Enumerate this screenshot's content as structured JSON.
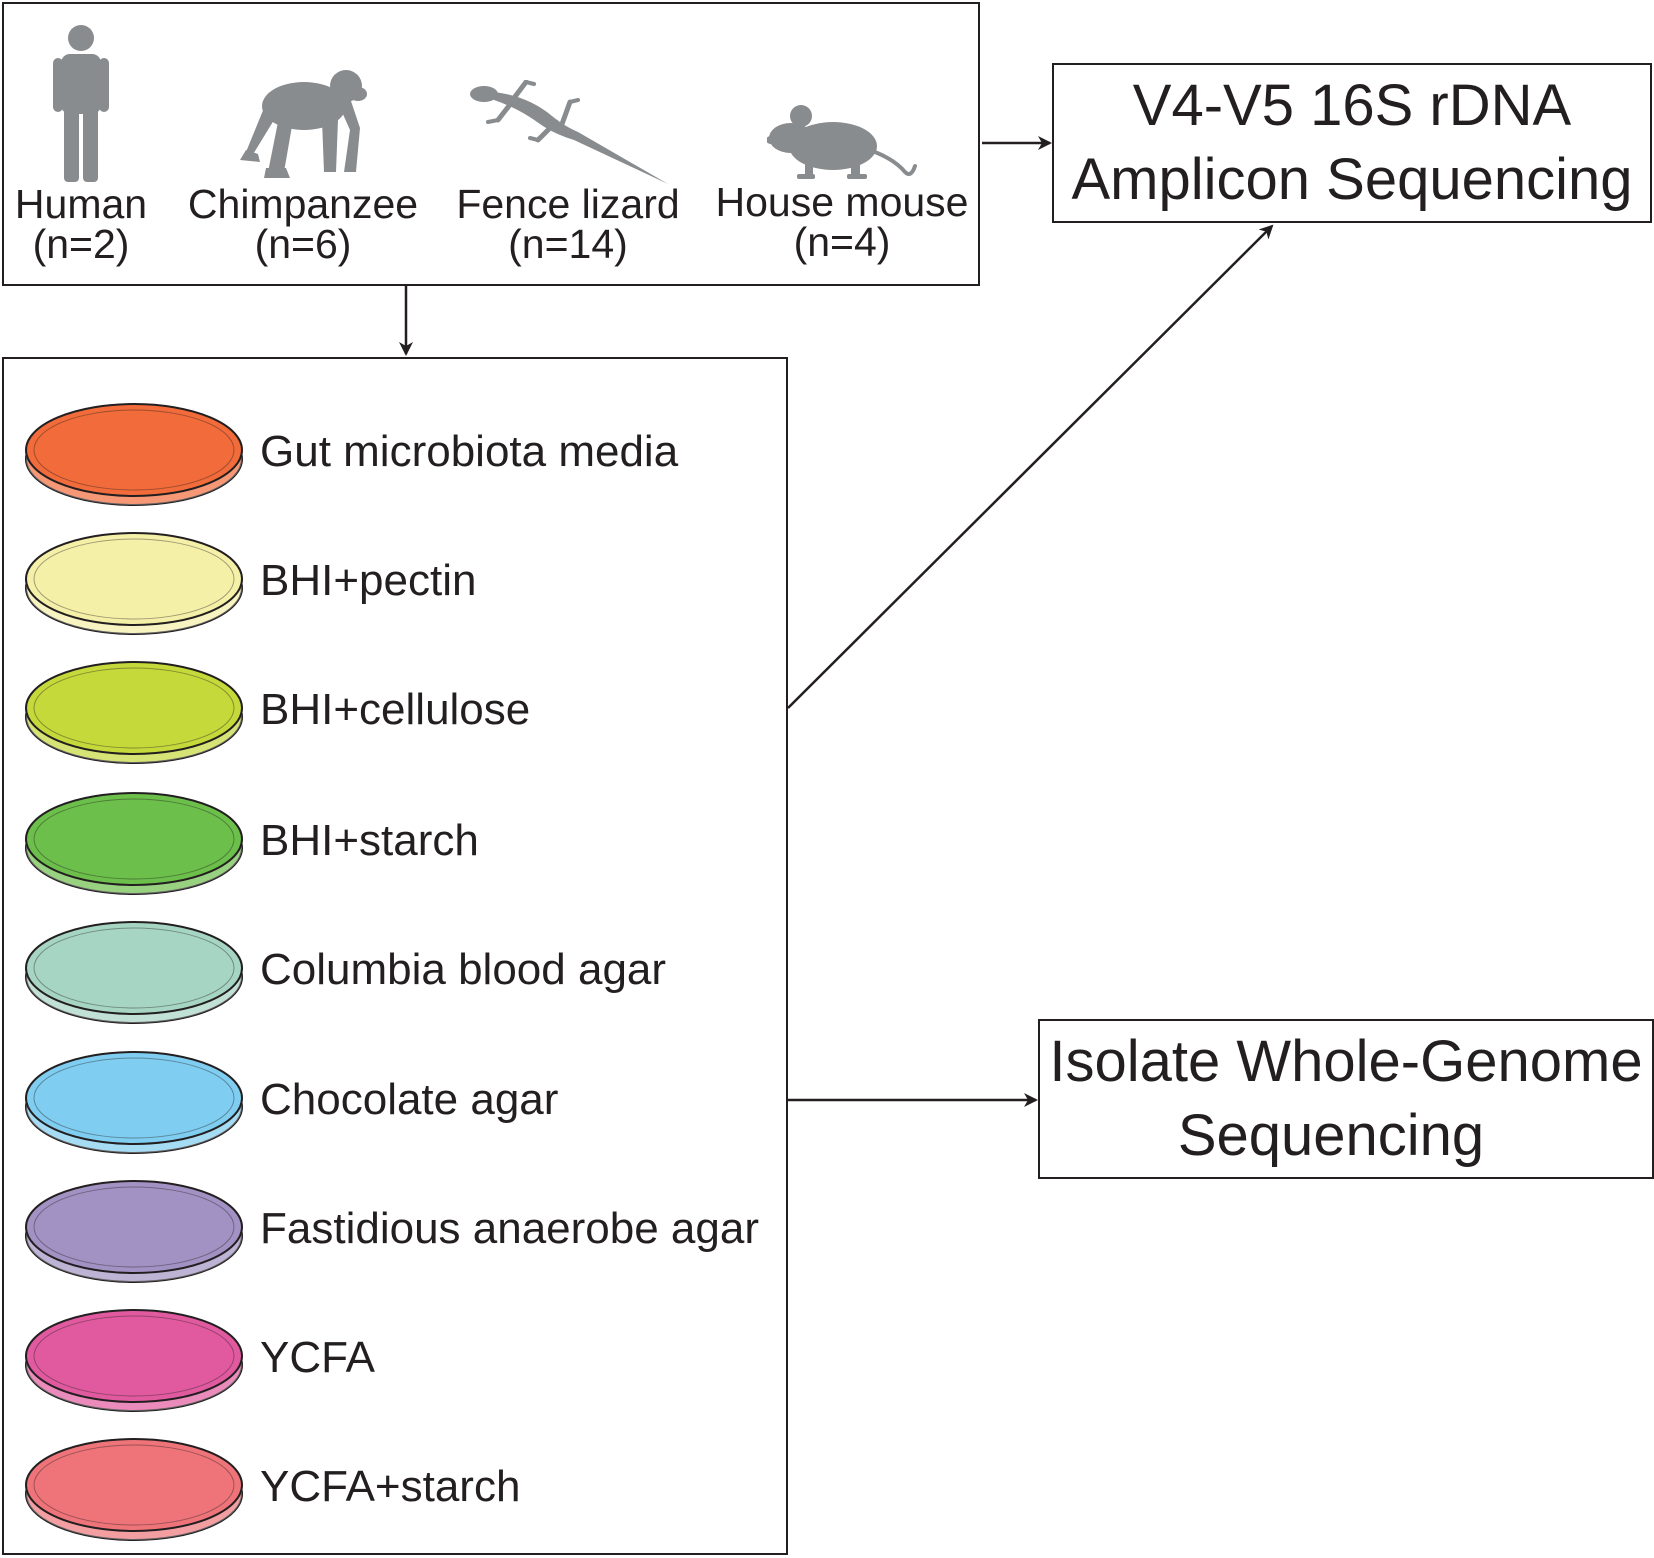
{
  "hosts": [
    {
      "name": "Human",
      "count": "(n=2)",
      "icon": "human-icon"
    },
    {
      "name": "Chimpanzee",
      "count": "(n=6)",
      "icon": "chimpanzee-icon"
    },
    {
      "name": "Fence lizard",
      "count": "(n=14)",
      "icon": "lizard-icon"
    },
    {
      "name": "House mouse",
      "count": "(n=4)",
      "icon": "mouse-icon"
    }
  ],
  "media": [
    {
      "label": "Gut microbiota media",
      "color": "#f26b3a"
    },
    {
      "label": "BHI+pectin",
      "color": "#f5f0a8"
    },
    {
      "label": "BHI+cellulose",
      "color": "#c5d93a"
    },
    {
      "label": "BHI+starch",
      "color": "#6cbf4a"
    },
    {
      "label": "Columbia blood agar",
      "color": "#a6d5c4"
    },
    {
      "label": "Chocolate agar",
      "color": "#7fcdf0"
    },
    {
      "label": "Fastidious anaerobe agar",
      "color": "#a192c3"
    },
    {
      "label": "YCFA",
      "color": "#e15aa0"
    },
    {
      "label": "YCFA+starch",
      "color": "#ee7479"
    }
  ],
  "amplicon": {
    "line1": "V4-V5 16S rDNA",
    "line2": "Amplicon Sequencing"
  },
  "genome": {
    "line1": "Isolate Whole-Genome",
    "line2": "Sequencing"
  },
  "colors": {
    "silhouette": "#898c8e",
    "stroke": "#231f20"
  }
}
